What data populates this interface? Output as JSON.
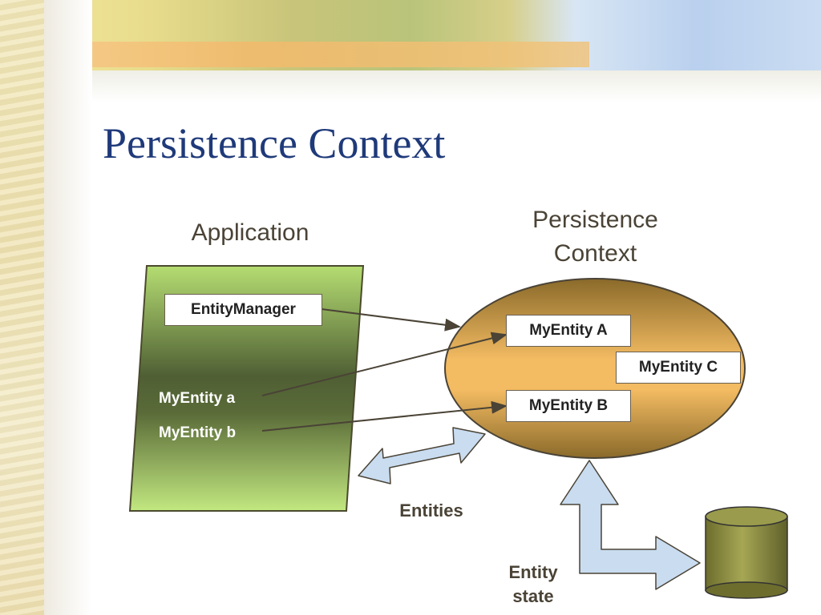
{
  "title": "Persistence Context",
  "application_label": "Application",
  "persistence_context_label_line1": "Persistence",
  "persistence_context_label_line2": "Context",
  "entity_manager": "EntityManager",
  "app_entities": [
    "MyEntity a",
    "MyEntity b"
  ],
  "context_entities": [
    "MyEntity A",
    "MyEntity C",
    "MyEntity B"
  ],
  "entities_label": "Entities",
  "entity_state_line1": "Entity",
  "entity_state_line2": "state",
  "colors": {
    "title": "#1f3a7a",
    "application_box_top": "#b5dd72",
    "application_box_mid": "#4f5f34",
    "application_box_bottom": "#c2e880",
    "context_ellipse_top": "#8a6a2a",
    "context_ellipse_mid": "#f3bb62",
    "arrow_fill": "#c9dcf0",
    "database": "#7b7c3a"
  }
}
